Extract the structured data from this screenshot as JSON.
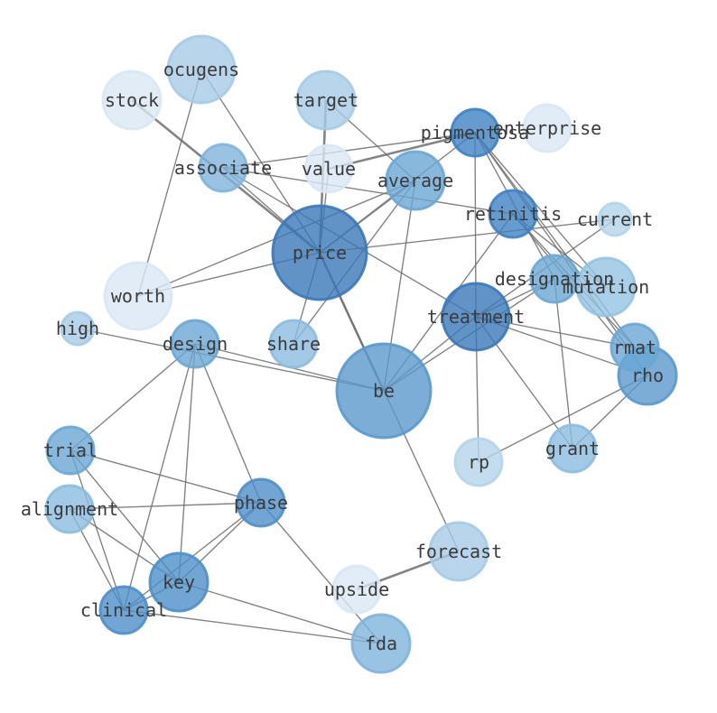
{
  "graph": {
    "nodes": [
      {
        "id": "price",
        "label": "price",
        "weight": 5,
        "color": "#3a78b8"
      },
      {
        "id": "be",
        "label": "be",
        "weight": 5,
        "color": "#5a99cc"
      },
      {
        "id": "treatment",
        "label": "treatment",
        "weight": 4,
        "color": "#3a78b8"
      },
      {
        "id": "pigmentosa",
        "label": "pigmentosa",
        "weight": 3,
        "color": "#3f82c2"
      },
      {
        "id": "retinitis",
        "label": "retinitis",
        "weight": 3,
        "color": "#3f82c2"
      },
      {
        "id": "rho",
        "label": "rho",
        "weight": 3,
        "color": "#5a99cc"
      },
      {
        "id": "key",
        "label": "key",
        "weight": 3,
        "color": "#4d8fc8"
      },
      {
        "id": "clinical",
        "label": "clinical",
        "weight": 3,
        "color": "#4d8fc8"
      },
      {
        "id": "phase",
        "label": "phase",
        "weight": 3,
        "color": "#4d8fc8"
      },
      {
        "id": "rmat",
        "label": "rmat",
        "weight": 2,
        "color": "#6aa7d5"
      },
      {
        "id": "designation",
        "label": "designation",
        "weight": 2,
        "color": "#6aa7d5"
      },
      {
        "id": "mutation",
        "label": "mutation",
        "weight": 2,
        "color": "#95c3e3"
      },
      {
        "id": "average",
        "label": "average",
        "weight": 2,
        "color": "#6aa7d5"
      },
      {
        "id": "design",
        "label": "design",
        "weight": 2,
        "color": "#6aa7d5"
      },
      {
        "id": "trial",
        "label": "trial",
        "weight": 2,
        "color": "#6aa7d5"
      },
      {
        "id": "associate",
        "label": "associate",
        "weight": 2,
        "color": "#7fb4db"
      },
      {
        "id": "fda",
        "label": "fda",
        "weight": 2,
        "color": "#7fb4db"
      },
      {
        "id": "grant",
        "label": "grant",
        "weight": 2,
        "color": "#8bbcde"
      },
      {
        "id": "share",
        "label": "share",
        "weight": 2,
        "color": "#8bbcde"
      },
      {
        "id": "alignment",
        "label": "alignment",
        "weight": 2,
        "color": "#8bbcde"
      },
      {
        "id": "target",
        "label": "target",
        "weight": 2,
        "color": "#a6cbe6"
      },
      {
        "id": "ocugens",
        "label": "ocugens",
        "weight": 2,
        "color": "#a6cbe6"
      },
      {
        "id": "forecast",
        "label": "forecast",
        "weight": 2,
        "color": "#a6cbe6"
      },
      {
        "id": "rp",
        "label": "rp",
        "weight": 1,
        "color": "#b5d4ea"
      },
      {
        "id": "current",
        "label": "current",
        "weight": 1,
        "color": "#b5d4ea"
      },
      {
        "id": "high",
        "label": "high",
        "weight": 1,
        "color": "#a6cbe6"
      },
      {
        "id": "worth",
        "label": "worth",
        "weight": 1,
        "color": "#d9e7f4"
      },
      {
        "id": "stock",
        "label": "stock",
        "weight": 1,
        "color": "#d9e7f4"
      },
      {
        "id": "value",
        "label": "value",
        "weight": 1,
        "color": "#d9e7f4"
      },
      {
        "id": "upside",
        "label": "upside",
        "weight": 1,
        "color": "#d9e7f4"
      },
      {
        "id": "enterprise",
        "label": "enterprise",
        "weight": 1,
        "color": "#d9e7f4"
      }
    ],
    "edges": [
      [
        "price",
        "stock"
      ],
      [
        "price",
        "ocugens"
      ],
      [
        "price",
        "target"
      ],
      [
        "price",
        "value"
      ],
      [
        "price",
        "average"
      ],
      [
        "price",
        "associate"
      ],
      [
        "price",
        "worth"
      ],
      [
        "price",
        "current"
      ],
      [
        "price",
        "share"
      ],
      [
        "price",
        "forecast"
      ],
      [
        "price",
        "be"
      ],
      [
        "price",
        "pigmentosa"
      ],
      [
        "worth",
        "ocugens"
      ],
      [
        "worth",
        "average"
      ],
      [
        "associate",
        "pigmentosa"
      ],
      [
        "associate",
        "retinitis"
      ],
      [
        "associate",
        "treatment"
      ],
      [
        "target",
        "average"
      ],
      [
        "value",
        "pigmentosa"
      ],
      [
        "average",
        "be"
      ],
      [
        "average",
        "share"
      ],
      [
        "pigmentosa",
        "treatment"
      ],
      [
        "pigmentosa",
        "mutation"
      ],
      [
        "pigmentosa",
        "rho"
      ],
      [
        "pigmentosa",
        "rmat"
      ],
      [
        "pigmentosa",
        "designation"
      ],
      [
        "retinitis",
        "be"
      ],
      [
        "retinitis",
        "rho"
      ],
      [
        "retinitis",
        "rmat"
      ],
      [
        "retinitis",
        "mutation"
      ],
      [
        "current",
        "treatment"
      ],
      [
        "designation",
        "grant"
      ],
      [
        "designation",
        "be"
      ],
      [
        "treatment",
        "rho"
      ],
      [
        "treatment",
        "rmat"
      ],
      [
        "treatment",
        "grant"
      ],
      [
        "treatment",
        "rp"
      ],
      [
        "treatment",
        "designation"
      ],
      [
        "treatment",
        "be"
      ],
      [
        "rho",
        "rp"
      ],
      [
        "rho",
        "grant"
      ],
      [
        "high",
        "be"
      ],
      [
        "design",
        "be"
      ],
      [
        "design",
        "trial"
      ],
      [
        "design",
        "phase"
      ],
      [
        "design",
        "key"
      ],
      [
        "design",
        "clinical"
      ],
      [
        "trial",
        "phase"
      ],
      [
        "trial",
        "key"
      ],
      [
        "trial",
        "clinical"
      ],
      [
        "alignment",
        "phase"
      ],
      [
        "alignment",
        "key"
      ],
      [
        "alignment",
        "clinical"
      ],
      [
        "phase",
        "key"
      ],
      [
        "phase",
        "clinical"
      ],
      [
        "phase",
        "fda"
      ],
      [
        "key",
        "clinical"
      ],
      [
        "key",
        "fda"
      ],
      [
        "clinical",
        "fda"
      ],
      [
        "upside",
        "forecast"
      ]
    ]
  }
}
